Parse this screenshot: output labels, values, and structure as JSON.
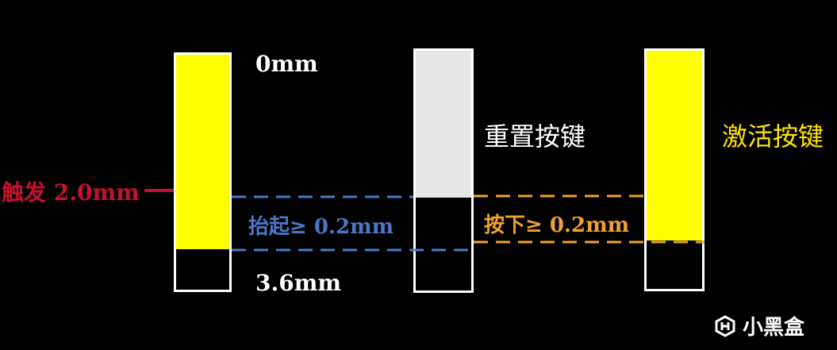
{
  "labels": {
    "top": "0mm",
    "bottom": "3.6mm",
    "trigger": "触发 2.0mm",
    "reset_key": "重置按键",
    "activate_key": "激活按键",
    "lift": "抬起≥ 0.2mm",
    "press": "按下≥ 0.2mm"
  },
  "watermark": {
    "text": "小黑盒",
    "icon": "heybox-logo-icon"
  },
  "colors": {
    "background": "#000000",
    "yellow": "#ffff00",
    "light_gray": "#e6e6e6",
    "white": "#ffffff",
    "red": "#c8102e",
    "blue_dash": "#4a78c8",
    "orange_dash": "#f2a22a",
    "yellow_text": "#ffe600"
  }
}
